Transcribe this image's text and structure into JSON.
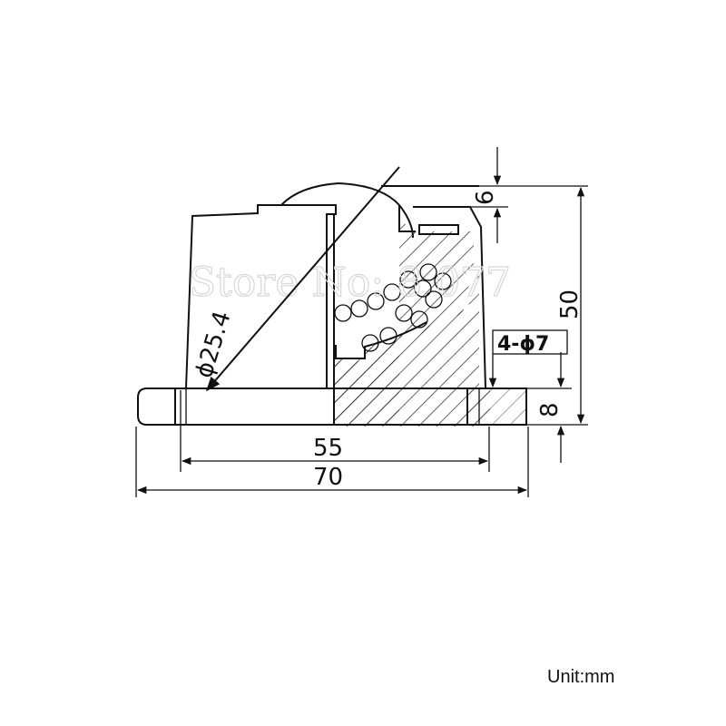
{
  "drawing": {
    "dim_ball_diameter": "ϕ25.4",
    "dim_top": "6",
    "dim_height": "50",
    "dim_holes": "4-ϕ7",
    "dim_flange": "8",
    "dim_hole_spacing": "55",
    "dim_width": "70"
  },
  "watermark": "Store No: 8 077",
  "unit_label": "Unit:mm"
}
